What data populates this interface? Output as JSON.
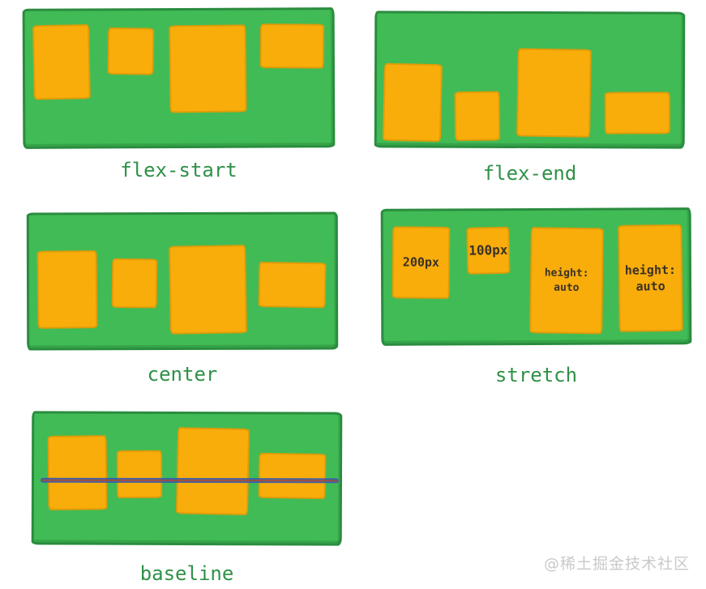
{
  "title": "align-items diagram",
  "colors": {
    "panel_fill": "#41bb55",
    "panel_border": "#2a8c3f",
    "item_fill": "#f9ad0b",
    "item_border": "#e09c08",
    "item_text": "#3b3226",
    "label_text": "#2f9147",
    "baseline_blue": "#3a5cad",
    "baseline_red": "#9e4a3d",
    "watermark_text": "#c9c9c9"
  },
  "panels": [
    {
      "name": "flex-start",
      "label": "flex-start"
    },
    {
      "name": "flex-end",
      "label": "flex-end"
    },
    {
      "name": "center",
      "label": "center"
    },
    {
      "name": "stretch",
      "label": "stretch",
      "box_labels": [
        "200px",
        "100px",
        "height:\nauto",
        "height:\nauto"
      ]
    },
    {
      "name": "baseline",
      "label": "baseline"
    }
  ],
  "watermark": "@稀土掘金技术社区"
}
